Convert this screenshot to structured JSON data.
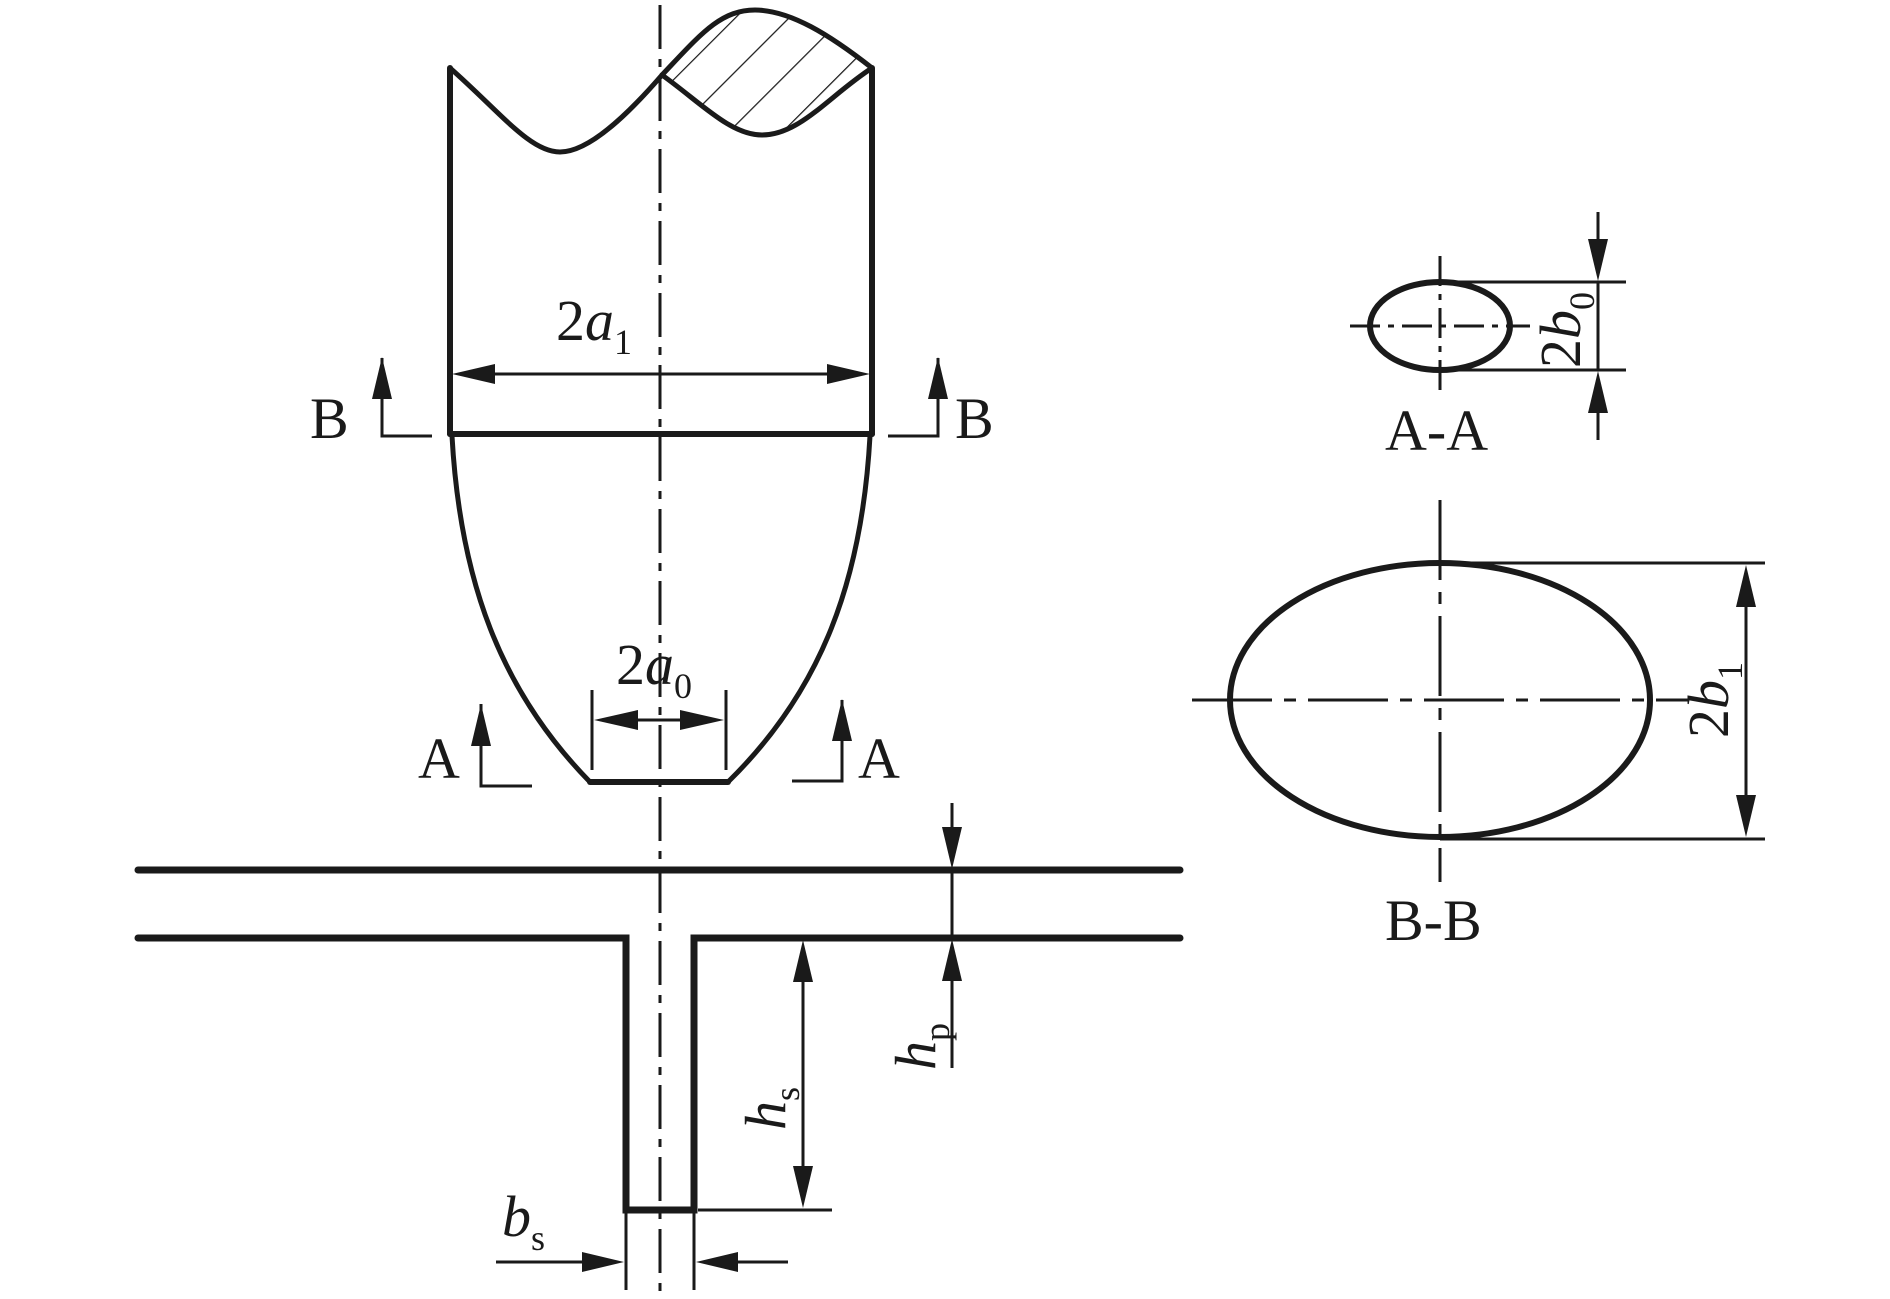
{
  "labels": {
    "section_b_mark": "B",
    "section_a_mark": "A",
    "dim_2a1": {
      "coef": "2",
      "var": "a",
      "sub": "1"
    },
    "dim_2a0": {
      "coef": "2",
      "var": "a",
      "sub": "0"
    },
    "dim_2b0": {
      "coef": "2",
      "var": "b",
      "sub": "0"
    },
    "dim_2b1": {
      "coef": "2",
      "var": "b",
      "sub": "1"
    },
    "dim_hs": {
      "var": "h",
      "sub": "s"
    },
    "dim_hp": {
      "var": "h",
      "sub": "p"
    },
    "dim_bs": {
      "var": "b",
      "sub": "s"
    },
    "view_aa": "A-A",
    "view_bb": "B-B"
  },
  "colors": {
    "line": "#1a1a1a",
    "background": "#ffffff"
  }
}
